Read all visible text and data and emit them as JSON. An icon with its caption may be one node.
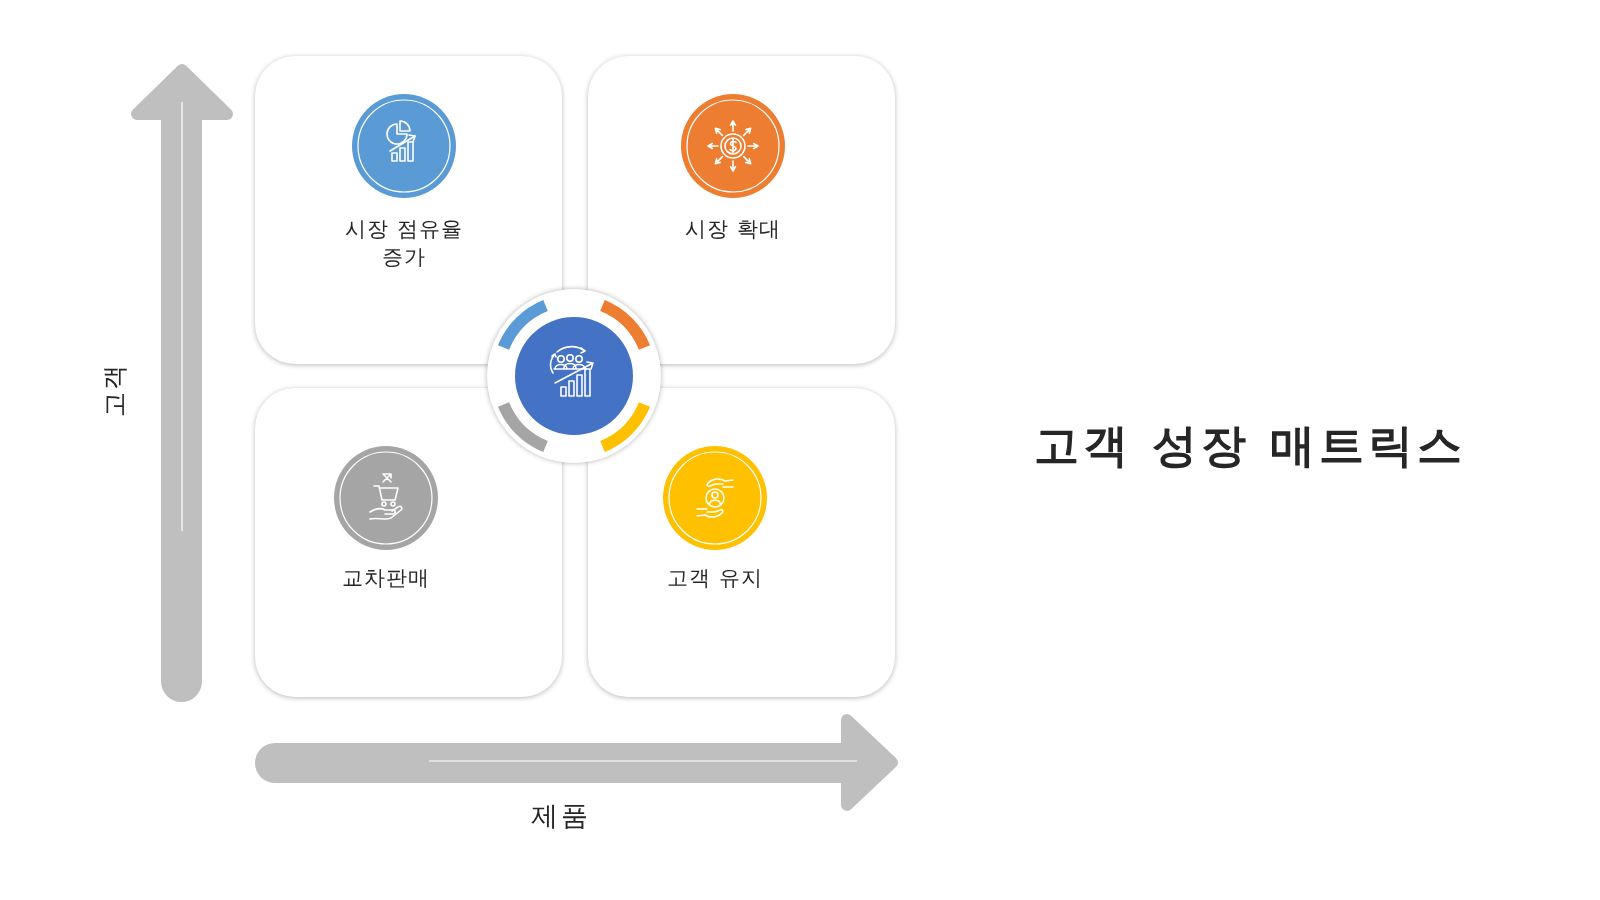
{
  "diagram": {
    "title": "고객 성장 매트릭스",
    "nodes": [
      {
        "text": [
          "시장 점유율 증가"
        ]
      },
      {
        "text": [
          "시장 확대"
        ]
      },
      {
        "text": [
          "교차판매"
        ]
      },
      {
        "text": [
          "고객 유지"
        ]
      },
      {
        "text": [],
        "shape": "circle"
      }
    ],
    "labels": [
      "고객",
      "제품"
    ]
  }
}
